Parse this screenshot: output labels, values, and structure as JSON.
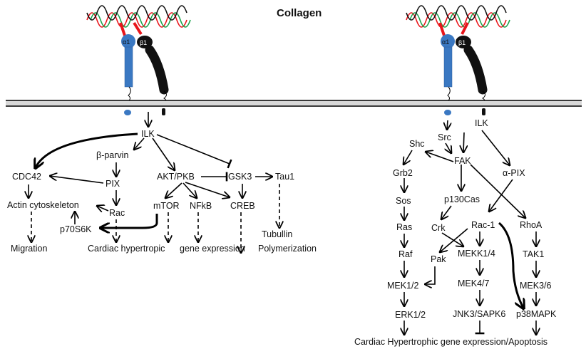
{
  "title": "Collagen",
  "integrin": {
    "alpha_label": "α1",
    "beta_label": "β1"
  },
  "colors": {
    "collagen_red": "#e8151b",
    "collagen_green": "#1aa34a",
    "collagen_black": "#111111",
    "alpha_blue": "#3a78c2",
    "beta_black": "#111111",
    "membrane": "#d8d8d8"
  },
  "left": {
    "ILK": "ILK",
    "bparvin": "β-parvin",
    "CDC42": "CDC42",
    "PIX": "PIX",
    "AKT": "AKT/PKB",
    "GSK3": "GSK3",
    "Tau1": "Tau1",
    "actin": "Actin cytoskeleton",
    "Rac": "Rac",
    "mTOR": "mTOR",
    "NFkB": "NFkB",
    "CREB": "CREB",
    "p70": "p70S6K",
    "migration": "Migration",
    "cardiac": "Cardiac hypertropic",
    "gene": "gene expression",
    "tubullin": "Tubullin",
    "polymer": "Polymerization"
  },
  "right": {
    "Src": "Src",
    "ILK": "ILK",
    "Shc": "Shc",
    "FAK": "FAK",
    "Grb2": "Grb2",
    "aPIX": "α-PIX",
    "Sos": "Sos",
    "p130": "p130Cas",
    "Ras": "Ras",
    "Crk": "Crk",
    "Rac1": "Rac-1",
    "RhoA": "RhoA",
    "Raf": "Raf",
    "Pak": "Pak",
    "MEKK": "MEKK1/4",
    "TAK1": "TAK1",
    "MEK12": "MEK1/2",
    "MEK47": "MEK4/7",
    "MEK36": "MEK3/6",
    "ERK": "ERK1/2",
    "JNK": "JNK3/SAPK6",
    "p38": "p38MAPK",
    "outcome": "Cardiac Hypertrophic  gene expression/Apoptosis"
  }
}
